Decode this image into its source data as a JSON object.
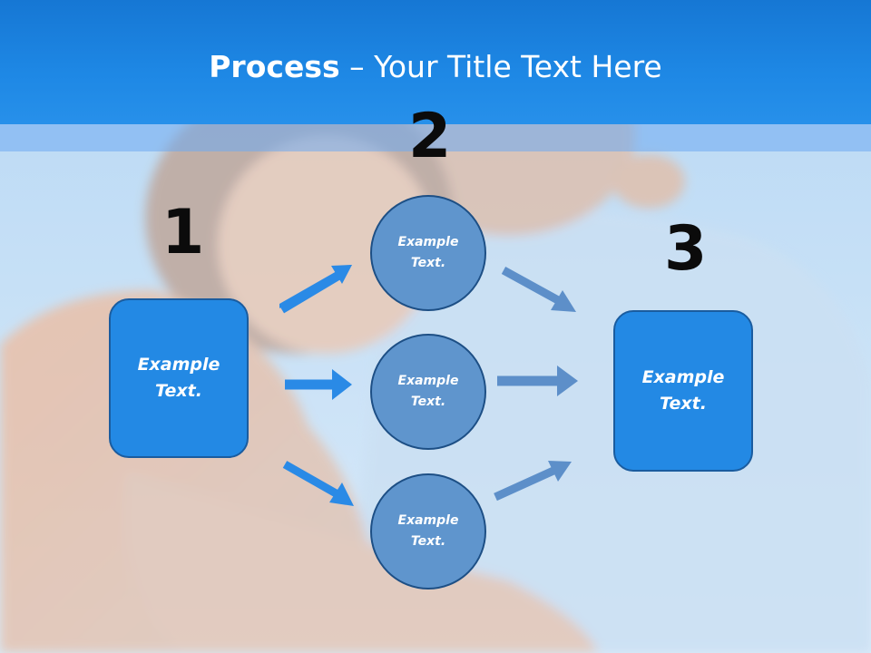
{
  "title": {
    "bold": "Process",
    "rest": " – Your Title Text Here"
  },
  "steps": {
    "one": "1",
    "two": "2",
    "three": "3"
  },
  "boxes": {
    "left": "Example Text.",
    "right": "Example Text."
  },
  "circles": {
    "top": "Example Text.",
    "middle": "Example Text.",
    "bottom": "Example Text."
  },
  "colors": {
    "header": "#1e88e5",
    "box": "#2389e4",
    "circle": "#5f95cd",
    "arrow_left": "#2a8ae6",
    "arrow_right": "#5d8fc9"
  }
}
